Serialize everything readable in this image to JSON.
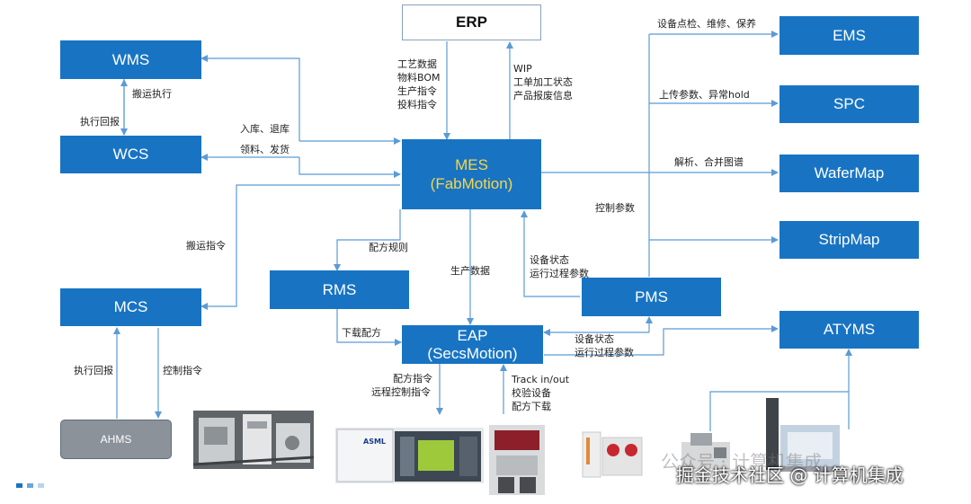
{
  "systems": {
    "erp": "ERP",
    "wms": "WMS",
    "wcs": "WCS",
    "mes_line1": "MES",
    "mes_line2": "(FabMotion)",
    "rms": "RMS",
    "mcs": "MCS",
    "eap_line1": "EAP",
    "eap_line2": "(SecsMotion)",
    "pms": "PMS",
    "ems": "EMS",
    "spc": "SPC",
    "wafermap": "WaferMap",
    "stripmap": "StripMap",
    "atyms": "ATYMS",
    "ahms": "AHMS"
  },
  "labels": {
    "mes_to_erp": [
      "WIP",
      "工单加工状态",
      "产品报废信息"
    ],
    "erp_to_mes": [
      "工艺数据",
      "物料BOM",
      "生产指令",
      "投料指令"
    ],
    "wms_wcs_dispatch": "搬运执行",
    "wcs_wms_report": "执行回报",
    "in_out_storage": "入库、退库",
    "pick_ship": "领料、发货",
    "transport_cmd": "搬运指令",
    "recipe_rule": "配方规则",
    "production_data": "生产数据",
    "download_recipe": "下载配方",
    "equip_status_params": [
      "设备状态",
      "运行过程参数"
    ],
    "control_params": "控制参数",
    "equip_maintenance": "设备点检、维修、保养",
    "upload_params": "上传参数、异常hold",
    "parse_merge_map": "解析、合并图谱",
    "eap_status_params": [
      "设备状态",
      "运行过程参数"
    ],
    "mcs_exec_report": "执行回报",
    "mcs_control_cmd": "控制指令",
    "eap_recipe_cmd": [
      "配方指令",
      "远程控制指令"
    ],
    "track_in_out": [
      "Track in/out",
      "校验设备",
      "配方下载"
    ]
  },
  "photos": {
    "asml_logo": "ASML"
  },
  "watermark": {
    "main": "掘金技术社区 @ 计算机集成",
    "faint": "公众号 · 计算机集成"
  },
  "colors": {
    "system_blue": "#1874c3",
    "connector": "#5b9bd5",
    "mes_text": "#f7d64a",
    "ahms_gray": "#8b9299"
  }
}
